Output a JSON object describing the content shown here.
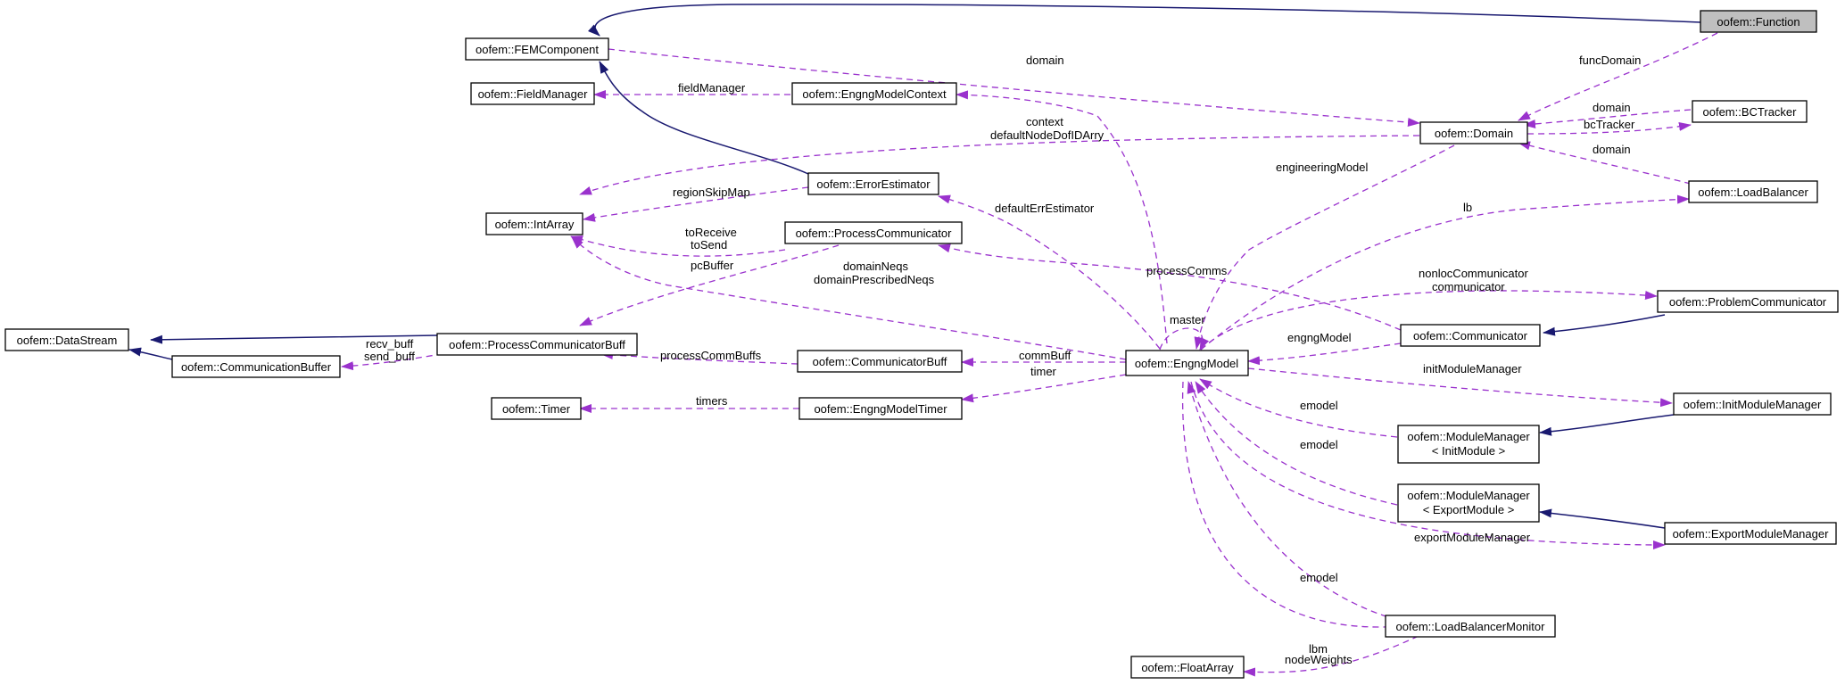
{
  "colors": {
    "inheritance": "#191970",
    "association": "#9a32cd",
    "highlight_fill": "#bfbfbf"
  },
  "nodes": {
    "function": "oofem::Function",
    "fem_component": "oofem::FEMComponent",
    "field_manager": "oofem::FieldManager",
    "engng_model_context": "oofem::EngngModelContext",
    "domain": "oofem::Domain",
    "bc_tracker": "oofem::BCTracker",
    "load_balancer": "oofem::LoadBalancer",
    "error_estimator": "oofem::ErrorEstimator",
    "int_array": "oofem::IntArray",
    "process_communicator": "oofem::ProcessCommunicator",
    "problem_communicator": "oofem::ProblemCommunicator",
    "data_stream": "oofem::DataStream",
    "process_communicator_buff": "oofem::ProcessCommunicatorBuff",
    "communicator": "oofem::Communicator",
    "communication_buffer": "oofem::CommunicationBuffer",
    "communicator_buff": "oofem::CommunicatorBuff",
    "engng_model": "oofem::EngngModel",
    "timer": "oofem::Timer",
    "engng_model_timer": "oofem::EngngModelTimer",
    "init_module_manager": "oofem::InitModuleManager",
    "module_manager_init_1": "oofem::ModuleManager",
    "module_manager_init_2": "< InitModule >",
    "module_manager_export_1": "oofem::ModuleManager",
    "module_manager_export_2": "< ExportModule >",
    "export_module_manager": "oofem::ExportModuleManager",
    "load_balancer_monitor": "oofem::LoadBalancerMonitor",
    "float_array": "oofem::FloatArray"
  },
  "labels": {
    "domain": "domain",
    "func_domain": "funcDomain",
    "context": "context",
    "field_manager": "fieldManager",
    "bc_domain": "domain",
    "bc_tracker": "bcTracker",
    "default_node_dof": "defaultNodeDofIDArry",
    "engineering_model": "engineeringModel",
    "lb_domain": "domain",
    "region_skip_map": "regionSkipMap",
    "default_err_estimator": "defaultErrEstimator",
    "lb": "lb",
    "to_receive": "toReceive",
    "to_send": "toSend",
    "pc_buffer": "pcBuffer",
    "domain_neqs": "domainNeqs",
    "domain_prescribed_neqs": "domainPrescribedNeqs",
    "process_comms": "processComms",
    "nonloc_communicator": "nonlocCommunicator",
    "communicator": "communicator",
    "master": "master",
    "recv_buff": "recv_buff",
    "send_buff": "send_buff",
    "process_comm_buffs": "processCommBuffs",
    "comm_buff": "commBuff",
    "engng_model": "engngModel",
    "timer": "timer",
    "timers": "timers",
    "init_module_manager": "initModuleManager",
    "emodel_1": "emodel",
    "emodel_2": "emodel",
    "export_module_manager": "exportModuleManager",
    "emodel_3": "emodel",
    "lbm": "lbm",
    "node_weights": "nodeWeights"
  }
}
